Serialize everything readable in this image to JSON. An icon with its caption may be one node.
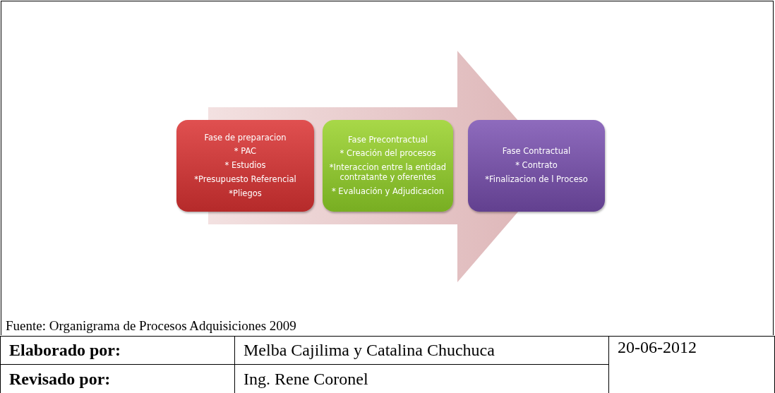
{
  "diagram": {
    "caption": "Fuente: Organigrama de Procesos Adquisiciones 2009",
    "nodes": [
      {
        "text": [
          "Fase de preparacion",
          "* PAC",
          "* Estudios",
          "*Presupuesto Referencial",
          "*Pliegos"
        ]
      },
      {
        "text": [
          "Fase Precontractual",
          "* Creación del procesos",
          "*Interaccion entre la entidad contratante y oferentes",
          "* Evaluación y Adjudicacion"
        ]
      },
      {
        "text": [
          "Fase Contractual",
          "* Contrato",
          "*Finalizacion de l Proceso"
        ]
      }
    ],
    "edges": [
      {
        "from": 0,
        "to": 2,
        "arrow": "to"
      }
    ],
    "labels": [
      "Elaborado por:",
      "Melba Cajilima y Catalina Chuchuca",
      "20-06-2012",
      "Revisado por:",
      "Ing. Rene Coronel"
    ]
  }
}
